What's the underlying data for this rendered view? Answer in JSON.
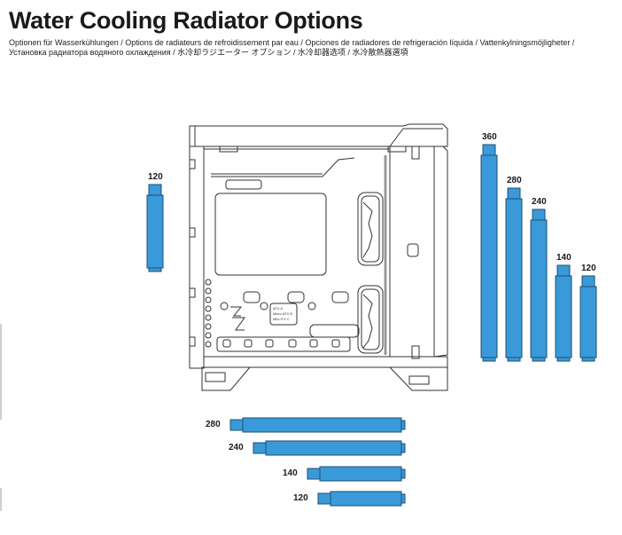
{
  "header": {
    "title": "Water Cooling Radiator Options",
    "subtitle_line1": "Optionen für Wasserkühlungen / Options de radiateurs de refroidissement par eau / Opciones de radiadores de refrigeración líquida / Vattenkylningsmöjligheter /",
    "subtitle_line2": "Установка радиатора водяного охлаждения / 水冷却ラジエーター オプション / 水冷却器选项 / 水冷散熱器選項"
  },
  "colors": {
    "radiator_fill": "#3a9ad9",
    "radiator_stroke": "#1f4f73",
    "case_line": "#333333",
    "case_fill": "#ffffff"
  },
  "case_panel": {
    "label_rows": [
      "ATX",
      "Micro ATX",
      "Mini ITX"
    ],
    "label_marks": [
      "A",
      "B",
      "C"
    ]
  },
  "radiators": {
    "rear": [
      {
        "size": "120"
      }
    ],
    "front": [
      {
        "size": "360"
      },
      {
        "size": "280"
      },
      {
        "size": "240"
      },
      {
        "size": "140"
      },
      {
        "size": "120"
      }
    ],
    "bottom": [
      {
        "size": "280"
      },
      {
        "size": "240"
      },
      {
        "size": "140"
      },
      {
        "size": "120"
      }
    ]
  }
}
